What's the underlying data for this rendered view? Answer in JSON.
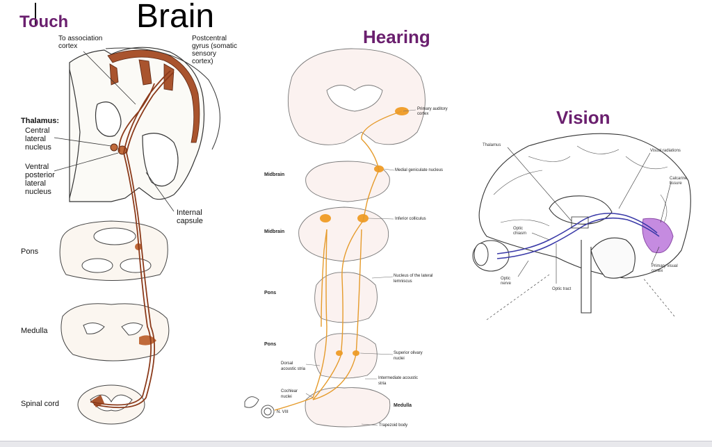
{
  "titles": {
    "touch": "Touch",
    "brain": "Brain",
    "hearing": "Hearing",
    "vision": "Vision"
  },
  "touch_labels": {
    "association": "To association cortex",
    "postcentral": "Postcentral gyrus (somatic sensory cortex)",
    "thalamus": "Thalamus:",
    "central_lateral": "Central lateral nucleus",
    "vpl": "Ventral posterior lateral nucleus",
    "internal_capsule": "Internal capsule",
    "pons": "Pons",
    "medulla": "Medulla",
    "spinal_cord": "Spinal cord"
  },
  "hearing_labels": {
    "primary_auditory": "Primary auditory cortex",
    "midbrain1": "Midbrain",
    "mgn": "Medial geniculate nucleus",
    "midbrain2": "Midbrain",
    "inferior_colliculus": "Inferior colliculus",
    "pons1": "Pons",
    "lateral_lemniscus": "Nucleus of the lateral lemniscus",
    "pons2": "Pons",
    "superior_olivary": "Superior olivary nuclei",
    "dorsal_acoustic": "Dorsal acoustic stria",
    "intermediate_acoustic": "Intermediate acoustic stria",
    "cochlear_nuclei": "Cochlear nuclei",
    "medulla": "Medulla",
    "n8": "N. VIII",
    "trapezoid": "Trapezoid body"
  },
  "vision_labels": {
    "thalamus": "Thalamus",
    "visual_radiations": "Visual radiations",
    "calcarine": "Calcarine fissure",
    "optic_chiasm": "Optic chiasm",
    "primary_visual": "Primary visual cortex",
    "optic_nerve": "Optic nerve",
    "optic_tract": "Optic tract"
  },
  "colors": {
    "title_purple": "#6a1f6e",
    "touch_brown": "#8b3a1a",
    "hearing_orange": "#e59a2a",
    "vision_blue": "#3a3aa8",
    "vision_violet": "#b06ad0"
  }
}
